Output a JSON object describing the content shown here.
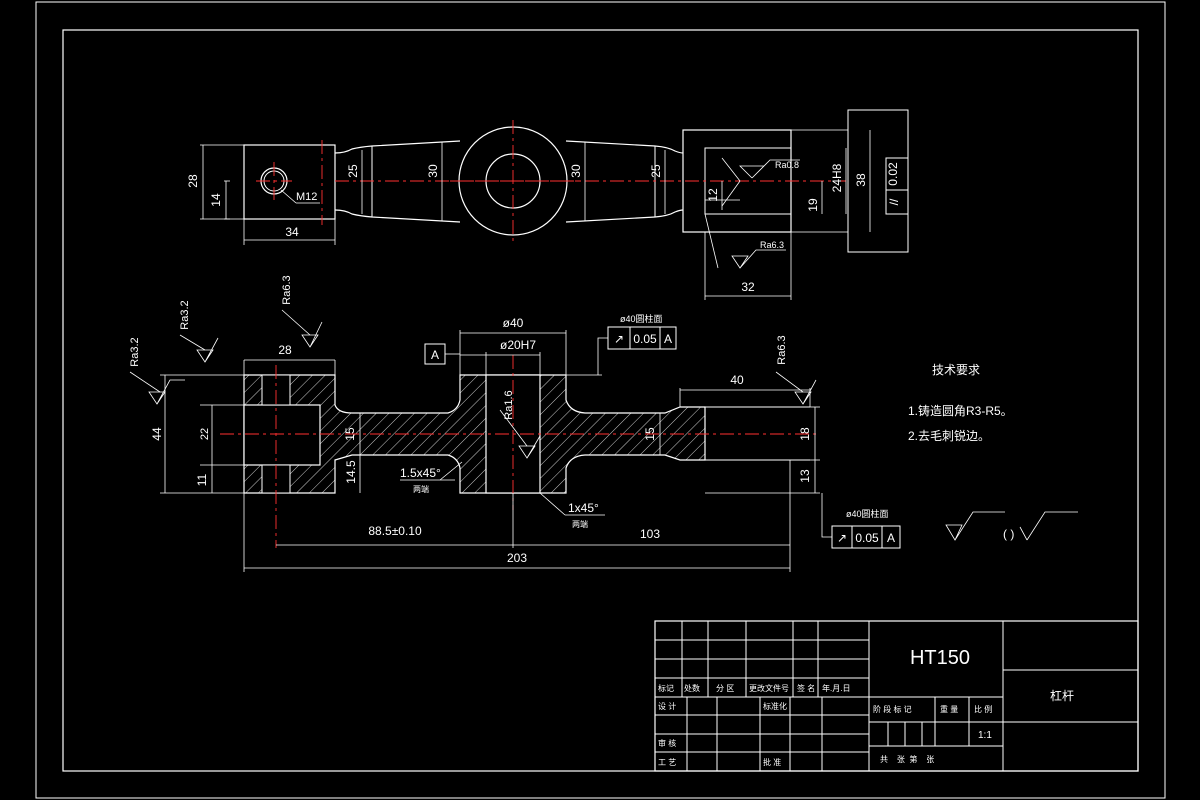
{
  "colors": {
    "background": "#000000",
    "lines": "#ffffff",
    "centerlines": "#ff3030",
    "hatch": "#ffffff"
  },
  "top_view": {
    "dims": {
      "h28": "28",
      "h14": "14",
      "w34": "34",
      "m12": "M12",
      "d25_left": "25",
      "d30_left": "30",
      "d30_right": "30",
      "d25_right": "25",
      "d12": "12",
      "d19": "19",
      "d24h8": "24H8",
      "d38": "38",
      "w32": "32"
    },
    "roughness": {
      "r08": "Ra0.8",
      "r63": "Ra6.3"
    },
    "tolerance": {
      "symbol": "//",
      "value": "0.02"
    }
  },
  "front_view": {
    "dims": {
      "d28": "28",
      "d40": "ø40",
      "d20h7": "ø20H7",
      "d15a": "15",
      "d15b": "15",
      "d14_5": "14.5",
      "d11": "11",
      "d44": "44",
      "d22": "22",
      "d40r": "40",
      "d18": "18",
      "d13": "13",
      "d88": "88.5±0.10",
      "d103": "103",
      "d203": "203",
      "ch1": "1.5x45°",
      "ch2": "1x45°",
      "ch_note": "两端"
    },
    "roughness": {
      "r32a": "Ra3.2",
      "r32b": "Ra3.2",
      "r63a": "Ra6.3",
      "r16": "Ra1.6",
      "r63b": "Ra6.3"
    },
    "datum": "A",
    "tol_top": {
      "label": "ø40圆柱面",
      "symbol": "↗",
      "value": "0.05",
      "datum": "A"
    },
    "tol_bottom": {
      "label": "ø40圆柱面",
      "symbol": "↗",
      "value": "0.05",
      "datum": "A"
    }
  },
  "notes": {
    "title": "技术要求",
    "items": [
      "1.铸造圆角R3-R5。",
      "2.去毛刺锐边。"
    ],
    "other_surfaces": "( )"
  },
  "title_block": {
    "material": "HT150",
    "part_name": "杠杆",
    "scale": "1:1",
    "row_labels": [
      "标记",
      "处数",
      "分 区",
      "更改文件号",
      "签 名",
      "年.月.日"
    ],
    "design": "设 计",
    "standard": "标准化",
    "check": "审 核",
    "process": "工 艺",
    "approve": "批 准",
    "stage": "阶 段 标 记",
    "weight": "重 量",
    "ratio": "比 例",
    "sheets": "共    张  第    张"
  }
}
